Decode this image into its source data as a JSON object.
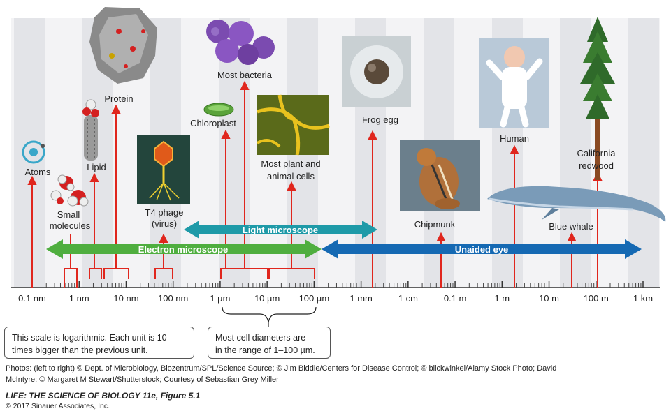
{
  "scale": {
    "ticks": [
      "0.1 nm",
      "1 nm",
      "10 nm",
      "100 nm",
      "1 µm",
      "10 µm",
      "100 µm",
      "1 mm",
      "1 cm",
      "0.1 m",
      "1 m",
      "10 m",
      "100 m",
      "1 km"
    ]
  },
  "ranges": {
    "electron": "Electron microscope",
    "light": "Light microscope",
    "eye": "Unaided eye"
  },
  "items": {
    "atoms": "Atoms",
    "small1": "Small",
    "small2": "molecules",
    "lipid": "Lipid",
    "protein": "Protein",
    "t4a": "T4 phage",
    "t4b": "(virus)",
    "chloroplast": "Chloroplast",
    "bacteria": "Most bacteria",
    "cells1": "Most plant and",
    "cells2": "animal cells",
    "frog": "Frog egg",
    "chipmunk": "Chipmunk",
    "human": "Human",
    "whale": "Blue whale",
    "redwood1": "California",
    "redwood2": "redwood"
  },
  "notes": {
    "log1": "This scale is logarithmic. Each unit is 10",
    "log2": "times bigger than the previous unit.",
    "cell1": "Most cell diameters are",
    "cell2": "in the range of 1–100 µm."
  },
  "credits": {
    "line1": "Photos: (left to right) © Dept. of Microbiology, Biozentrum/SPL/Science Source; © Jim Biddle/Centers for Disease Control; © blickwinkel/Alamy Stock Photo; David",
    "line2": "McIntyre; © Margaret M Stewart/Shutterstock; Courtesy of Sebastian Grey Miller",
    "title": "LIFE: THE SCIENCE OF BIOLOGY 11e, Figure 5.1",
    "copyright": "© 2017 Sinauer Associates, Inc."
  },
  "colors": {
    "electron": "#4fae3f",
    "light": "#1e9aa8",
    "eye": "#1569b3",
    "pointer": "#e0261d",
    "band": "#e3e4e8"
  }
}
